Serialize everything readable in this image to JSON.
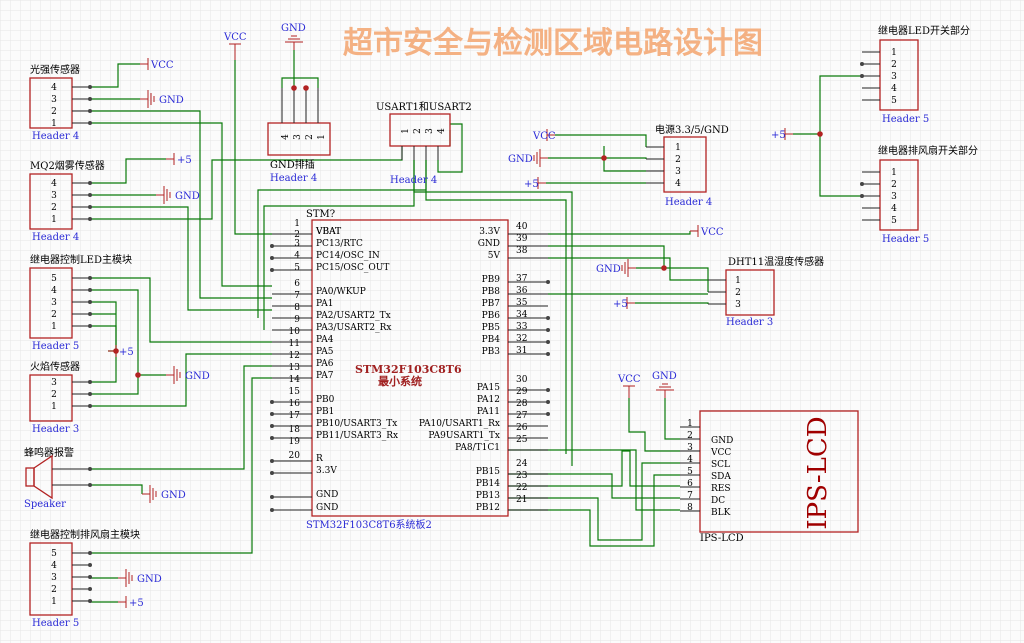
{
  "title": "超市安全与检测区域电路设计图",
  "colors": {
    "wire": "#0a7a0a",
    "body": "#b22222",
    "grid": "#e6e6e6",
    "label_blue": "#2b2bd6",
    "title": "#f4b183"
  },
  "mcu": {
    "designator": "STM?",
    "name_line1": "STM32F103C8T6",
    "name_line2": "最小系统",
    "footer": "STM32F103C8T6系统板2",
    "left_pins": [
      {
        "num": "1",
        "name": "VBAT"
      },
      {
        "num": "2",
        "name": "VBAT"
      },
      {
        "num": "3",
        "name": "PC13/RTC"
      },
      {
        "num": "4",
        "name": "PC14/OSC_IN"
      },
      {
        "num": "5",
        "name": "PC15/OSC_OUT"
      },
      {
        "num": "6",
        "name": "PA0/WKUP"
      },
      {
        "num": "7",
        "name": "PA1"
      },
      {
        "num": "8",
        "name": "PA2/USART2_Tx"
      },
      {
        "num": "9",
        "name": "PA3/USART2_Rx"
      },
      {
        "num": "10",
        "name": "PA4"
      },
      {
        "num": "11",
        "name": "PA5"
      },
      {
        "num": "12",
        "name": "PA6"
      },
      {
        "num": "13",
        "name": "PA7"
      },
      {
        "num": "14",
        "name": "PB0"
      },
      {
        "num": "15",
        "name": "PB1"
      },
      {
        "num": "16",
        "name": "PB10/USART3_Tx"
      },
      {
        "num": "17",
        "name": "PB11/USART3_Rx"
      },
      {
        "num": "18",
        "name": "R"
      },
      {
        "num": "19",
        "name": "3.3V"
      },
      {
        "num": "20",
        "name": "GND"
      },
      {
        "num": "",
        "name": "GND"
      }
    ],
    "right_pins": [
      {
        "num": "40",
        "name": "3.3V"
      },
      {
        "num": "39",
        "name": "GND"
      },
      {
        "num": "38",
        "name": "5V"
      },
      {
        "num": "37",
        "name": "PB9"
      },
      {
        "num": "36",
        "name": "PB8"
      },
      {
        "num": "35",
        "name": "PB7"
      },
      {
        "num": "34",
        "name": "PB6"
      },
      {
        "num": "33",
        "name": "PB5"
      },
      {
        "num": "32",
        "name": "PB4"
      },
      {
        "num": "31",
        "name": "PB3"
      },
      {
        "num": "30",
        "name": "PA15"
      },
      {
        "num": "29",
        "name": "PA12"
      },
      {
        "num": "28",
        "name": "PA11"
      },
      {
        "num": "27",
        "name": "PA10/USART1_Rx"
      },
      {
        "num": "26",
        "name": "PA9USART1_Tx"
      },
      {
        "num": "25",
        "name": "PA8/T1C1"
      },
      {
        "num": "24",
        "name": "PB15"
      },
      {
        "num": "23",
        "name": "PB14"
      },
      {
        "num": "22",
        "name": "PB13"
      },
      {
        "num": "21",
        "name": "PB12"
      }
    ]
  },
  "components": {
    "light": {
      "name": "光强传感器",
      "footer": "Header 4",
      "pins": [
        "4",
        "3",
        "2",
        "1"
      ]
    },
    "mq2": {
      "name": "MQ2烟雾传感器",
      "footer": "Header 4",
      "pins": [
        "4",
        "3",
        "2",
        "1"
      ]
    },
    "relay_led_main": {
      "name": "继电器控制LED主模块",
      "footer": "Header 5",
      "pins": [
        "5",
        "4",
        "3",
        "2",
        "1"
      ]
    },
    "flame": {
      "name": "火焰传感器",
      "footer": "Header 3",
      "pins": [
        "3",
        "2",
        "1"
      ]
    },
    "buzzer": {
      "name": "蜂鸣器报警",
      "footer": "Speaker"
    },
    "relay_fan_main": {
      "name": "继电器控制排风扇主模块",
      "footer": "Header 5",
      "pins": [
        "5",
        "4",
        "3",
        "2",
        "1"
      ]
    },
    "gnd_header": {
      "name": "GND排插",
      "footer": "Header 4",
      "pins": [
        "4",
        "3",
        "2",
        "1"
      ]
    },
    "usart": {
      "name": "USART1和USART2",
      "footer": "Header 4",
      "pins": [
        "1",
        "2",
        "3",
        "4"
      ]
    },
    "power": {
      "name": "电源3.3/5/GND",
      "footer": "Header 4",
      "pins": [
        "1",
        "2",
        "3",
        "4"
      ]
    },
    "relay_led_sw": {
      "name": "继电器LED开关部分",
      "footer": "Header 5",
      "pins": [
        "1",
        "2",
        "3",
        "4",
        "5"
      ]
    },
    "relay_fan_sw": {
      "name": "继电器排风扇开关部分",
      "footer": "Header 5",
      "pins": [
        "1",
        "2",
        "3",
        "4",
        "5"
      ]
    },
    "dht11": {
      "name": "DHT11温湿度传感器",
      "footer": "Header 3",
      "pins": [
        "1",
        "2",
        "3"
      ]
    },
    "lcd": {
      "name": "IPS-LCD",
      "footer": "IPS-LCD",
      "big": "IPS-LCD",
      "pins": [
        {
          "num": "1",
          "name": ""
        },
        {
          "num": "2",
          "name": "GND"
        },
        {
          "num": "3",
          "name": "VCC"
        },
        {
          "num": "4",
          "name": "SCL"
        },
        {
          "num": "5",
          "name": "SDA"
        },
        {
          "num": "6",
          "name": "RES"
        },
        {
          "num": "7",
          "name": "DC"
        },
        {
          "num": "8",
          "name": "BLK"
        }
      ]
    }
  },
  "power_labels": {
    "vcc": "VCC",
    "gnd": "GND",
    "p5": "+5"
  }
}
